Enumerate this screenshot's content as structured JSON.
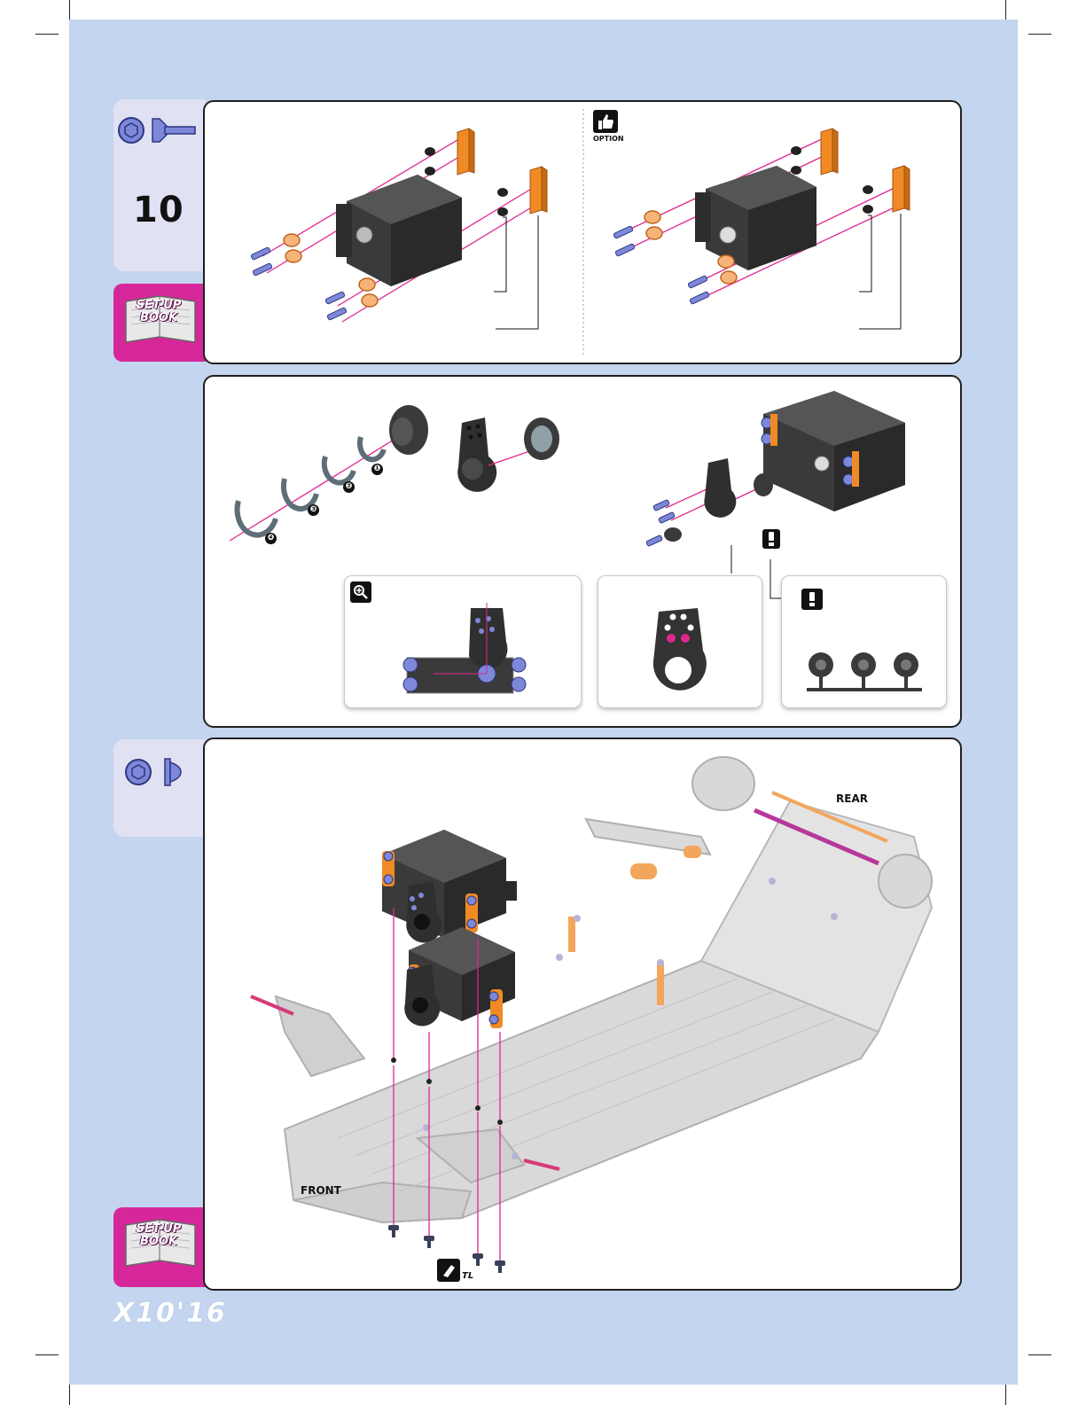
{
  "brand": {
    "logo_text": "X10'16"
  },
  "section1": {
    "tab": {
      "screw_icon": "flat-head-hex-screw-icon",
      "quantity": "10",
      "bookmark_label_line1": "SET-UP",
      "bookmark_label_line2": "BOOK"
    },
    "option": {
      "icon": "thumbs-up-icon",
      "label": "OPTION"
    }
  },
  "section2": {
    "step_numbers": [
      "❶",
      "❷",
      "❸",
      "❹"
    ],
    "detail_icon": "magnifier-plus-icon",
    "warning_icon": "exclamation-icon"
  },
  "section3": {
    "tab": {
      "screw_icon": "button-head-hex-screw-icon",
      "bookmark_label_line1": "SET-UP",
      "bookmark_label_line2": "BOOK"
    },
    "labels": {
      "rear": "REAR",
      "front": "FRONT",
      "tool": "TL"
    },
    "tool_icon": "thread-lock-icon"
  },
  "colors": {
    "page_bg": "#c3d5ef",
    "accent_pink": "#d6279a",
    "alu_orange": "#f08a24",
    "screw_blue": "#7d88d8"
  }
}
